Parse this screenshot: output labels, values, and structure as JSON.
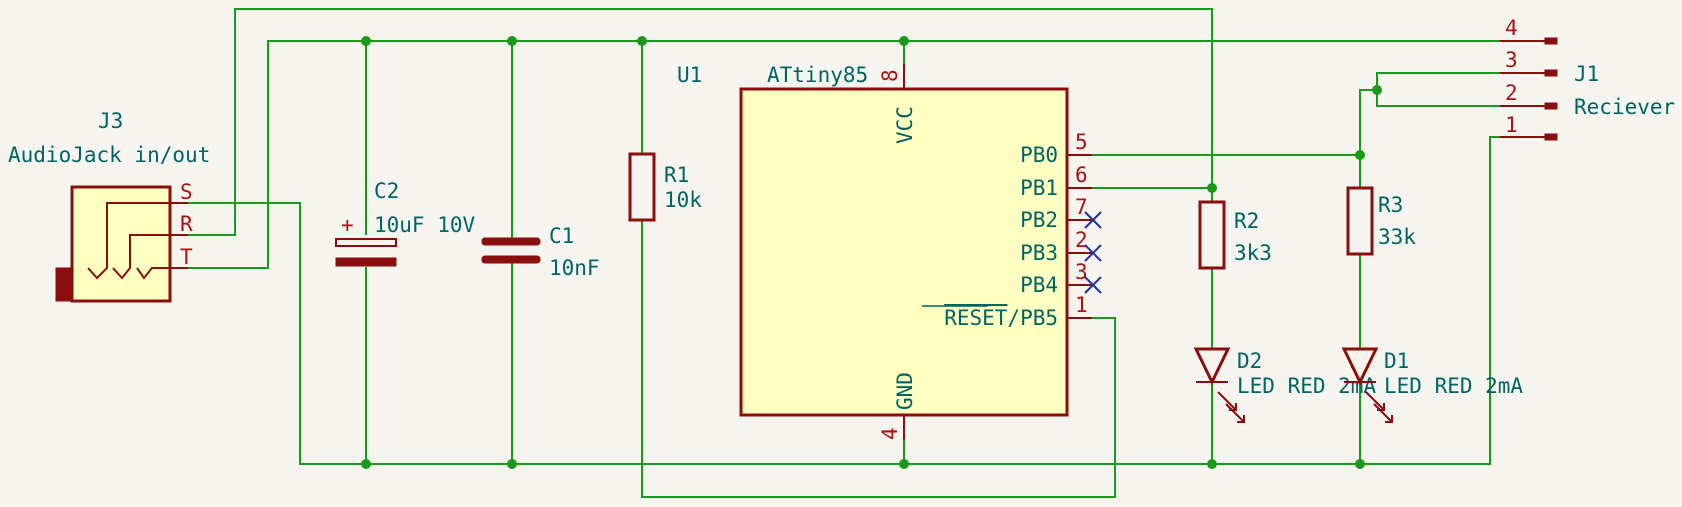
{
  "components": {
    "j3": {
      "ref": "J3",
      "value": "AudioJack in/out",
      "pins": [
        "S",
        "R",
        "T"
      ]
    },
    "c2": {
      "ref": "C2",
      "value": "10uF 10V",
      "polarity": "+"
    },
    "c1": {
      "ref": "C1",
      "value": "10nF"
    },
    "r1": {
      "ref": "R1",
      "value": "10k"
    },
    "u1": {
      "ref": "U1",
      "value": "ATtiny85",
      "vcc_label": "VCC",
      "vcc_pin": "8",
      "gnd_label": "GND",
      "gnd_pin": "4",
      "pins": [
        {
          "name": "PB0",
          "num": "5"
        },
        {
          "name": "PB1",
          "num": "6"
        },
        {
          "name": "PB2",
          "num": "7"
        },
        {
          "name": "PB3",
          "num": "2"
        },
        {
          "name": "PB4",
          "num": "3"
        },
        {
          "name_over": "RESET",
          "name": "/PB5",
          "num": "1"
        }
      ]
    },
    "r2": {
      "ref": "R2",
      "value": "3k3"
    },
    "r3": {
      "ref": "R3",
      "value": "33k"
    },
    "d2": {
      "ref": "D2",
      "value": "LED RED 2mA"
    },
    "d1": {
      "ref": "D1",
      "value": "LED RED 2mA"
    },
    "j1": {
      "ref": "J1",
      "value": "Reciever",
      "pins": [
        "4",
        "3",
        "2",
        "1"
      ]
    }
  },
  "colors": {
    "wire": "#1a9a1a",
    "symbol_outline": "#8b0e0e",
    "symbol_fill": "#ffffc2",
    "label_text": "#006464",
    "pin_text": "#aa1111",
    "no_connect": "#2030a0",
    "background": "#f5f4ef"
  }
}
